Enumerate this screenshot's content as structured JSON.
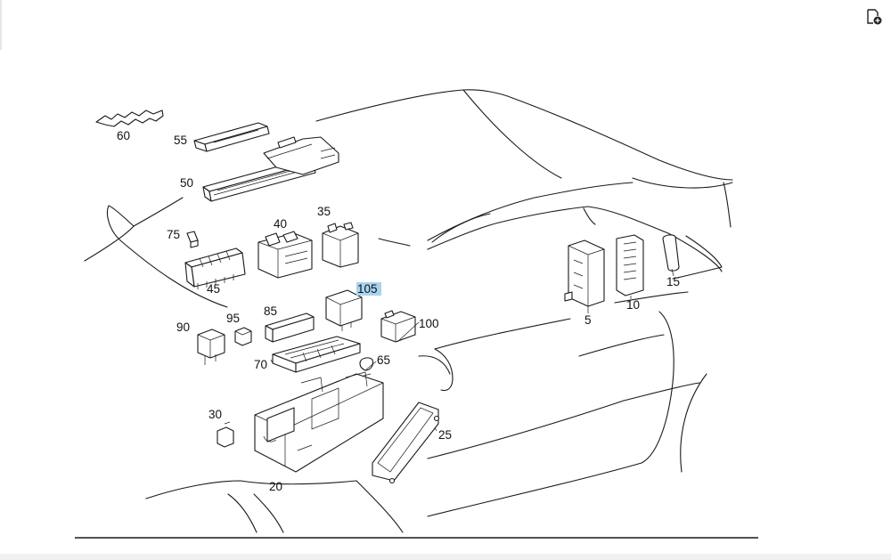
{
  "colors": {
    "highlight": "#a8d4ef",
    "line": "#1a1a1a",
    "background": "#ffffff"
  },
  "toolbar": {
    "icon": "document-add-icon"
  },
  "diagram": {
    "callouts": {
      "c5": "5",
      "c10": "10",
      "c15": "15",
      "c20": "20",
      "c25": "25",
      "c30": "30",
      "c35": "35",
      "c40": "40",
      "c45": "45",
      "c50": "50",
      "c55": "55",
      "c60": "60",
      "c65": "65",
      "c70": "70",
      "c75": "75",
      "c85": "85",
      "c90": "90",
      "c95": "95",
      "c100": "100",
      "c105": "105"
    },
    "selected": "105"
  }
}
